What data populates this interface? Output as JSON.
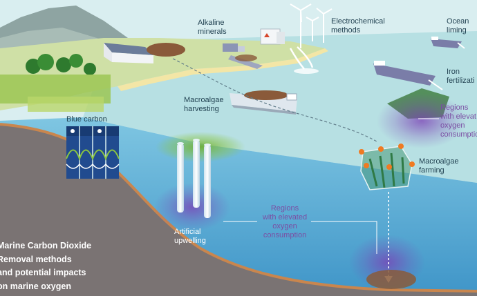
{
  "title": "Marine Carbon Dioxide\nRemoval methods\nand potential impacts\non marine oxygen",
  "labels": {
    "alkaline_minerals": "Alkaline\nminerals",
    "electrochemical_methods": "Electrochemical\nmethods",
    "ocean_liming": "Ocean\nliming",
    "iron_fertilization": "Iron\nfertilizati",
    "macroalgae_harvesting": "Macroalgae\nharvesting",
    "blue_carbon": "Blue carbon",
    "macroalgae_farming": "Macroalgae\nfarming",
    "artificial_upwelling": "Artificial\nupwelling",
    "regions_center": "Regions\nwith elevated\noxygen\nconsumption",
    "regions_right": "Regions\nwith elevat\noxygen\nconsumptio"
  },
  "colors": {
    "sky": "#d9eef0",
    "sea_surface": "#a9dbe0",
    "deep_sea": "#63b3d6",
    "seafloor": "#7a7373",
    "shore_edge": "#c9864e",
    "land": "#cfe0a6",
    "hypoxia_purple": "#7b4ea3",
    "text": "#1f3f4f"
  }
}
